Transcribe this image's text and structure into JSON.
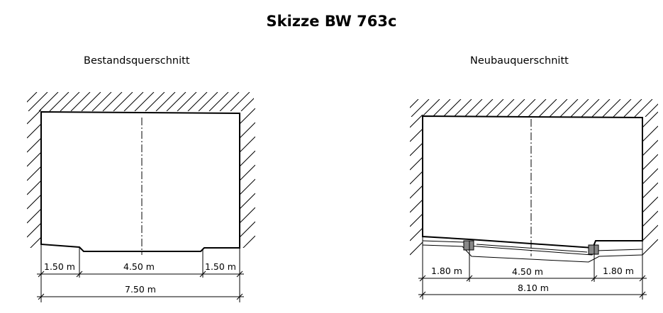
{
  "title": "Skizze BW 763c",
  "sections": {
    "existing": {
      "label": "Bestandsquerschnitt",
      "dims": {
        "left": "1.50 m",
        "middle": "4.50 m",
        "right": "1.50 m",
        "total": "7.50 m"
      }
    },
    "new": {
      "label": "Neubauquerschnitt",
      "dims": {
        "left": "1.80 m",
        "middle": "4.50 m",
        "right": "1.80 m",
        "total": "8.10 m"
      }
    }
  }
}
